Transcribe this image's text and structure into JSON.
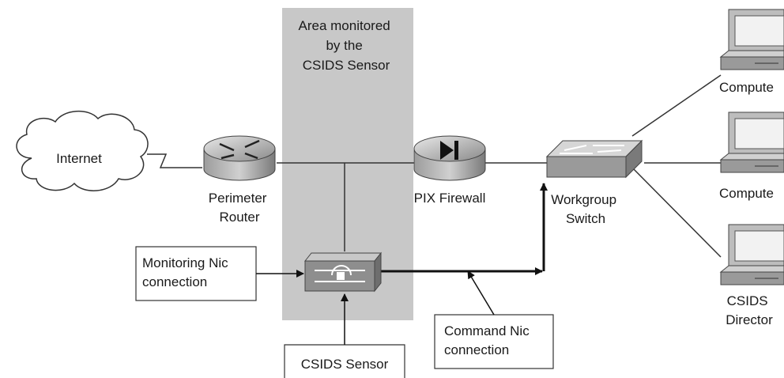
{
  "monitored_area": {
    "lines": [
      "Area monitored",
      "by the",
      "CSIDS Sensor"
    ]
  },
  "internet": {
    "label": "Internet"
  },
  "router": {
    "lines": [
      "Perimeter",
      "Router"
    ]
  },
  "firewall": {
    "label": "PIX Firewall"
  },
  "switch": {
    "lines": [
      "Workgroup",
      "Switch"
    ]
  },
  "computers": [
    {
      "lines": [
        "Compute"
      ]
    },
    {
      "lines": [
        "Compute"
      ]
    },
    {
      "lines": [
        "CSIDS",
        "Director"
      ]
    }
  ],
  "callouts": {
    "monitoring_nic": {
      "lines": [
        "Monitoring Nic",
        "connection"
      ]
    },
    "command_nic": {
      "lines": [
        "Command Nic",
        "connection"
      ]
    },
    "sensor": {
      "label": "CSIDS Sensor"
    }
  },
  "icons": [
    "cloud-icon",
    "router-icon",
    "firewall-icon",
    "switch-icon",
    "sensor-icon",
    "computer-icon"
  ],
  "colors": {
    "shaded_area": "#c8c8c8",
    "device_gray": "#9a9a9a",
    "line": "#333333"
  }
}
